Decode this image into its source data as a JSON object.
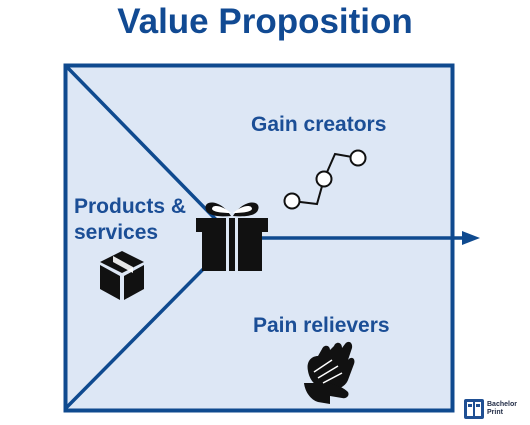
{
  "title": "Value Proposition",
  "sections": {
    "gain_creators": "Gain creators",
    "products_services": "Products & services",
    "pain_relievers": "Pain relievers"
  },
  "icons": {
    "gain": "line-chart-icon",
    "products": "box-icon",
    "center": "gift-icon",
    "pain": "hands-icon"
  },
  "logo": {
    "line1": "Bachelor",
    "line2": "Print"
  },
  "colors": {
    "primary": "#114a93",
    "frame": "#0f4a8f",
    "fill": "#dde7f5",
    "text": "#1b4e96"
  }
}
